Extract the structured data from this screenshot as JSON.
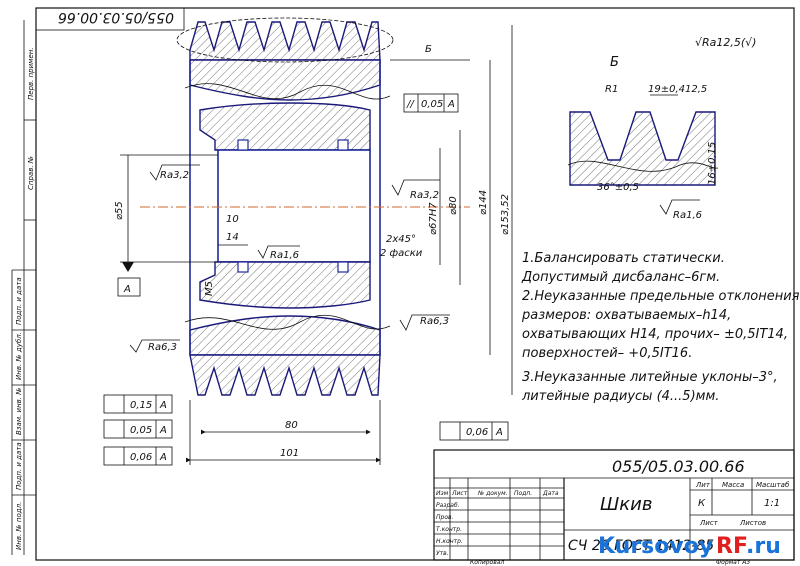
{
  "stamp": {
    "code": "055/05.03.00.66",
    "code_rotated": "055/05.03.00.66",
    "title": "Шкив",
    "material": "СЧ 20 ГОСТ 1412-85",
    "col_lit": "Лит",
    "col_mass": "Масса",
    "col_scale": "Масштаб",
    "lit_value": "К",
    "scale_value": "1:1",
    "sheet_label": "Лист",
    "sheets_label": "Листов",
    "rows": [
      "Изм",
      "Лист",
      "№ докум.",
      "Подп.",
      "Дата"
    ],
    "roles": [
      "Разраб.",
      "Пров.",
      "Т.контр.",
      "",
      "Н.контр.",
      "Утв."
    ],
    "copied": "Копировал",
    "format": "Формат  А3"
  },
  "side_frame": [
    "Перв. примен.",
    "Справ. №",
    "Подп. и дата",
    "Инв. № дубл.",
    "Взам. инв. №",
    "Подп. и дата",
    "Инв. № подл."
  ],
  "dims": {
    "d55": "⌀55",
    "d67": "⌀67H7",
    "d80": "⌀80",
    "d144": "⌀144",
    "d153": "⌀153,52",
    "w10": "10",
    "w14": "14",
    "len80": "80",
    "len101": "101",
    "cham": "2x45°",
    "cham2": "2 фаски",
    "m5": "M5",
    "r_ra32a": "Ra3,2",
    "r_ra32b": "Ra3,2",
    "r_ra16": "Ra1,6",
    "r_ra63a": "Ra6,3",
    "r_ra63b": "Ra6,3",
    "tol1": "0,15",
    "tol2": "0,05",
    "tol3": "0,06",
    "tol4": "0,05",
    "tol5": "0,06",
    "datum": "А",
    "view_b": "Б",
    "sym_par": "//"
  },
  "detail": {
    "label": "Б",
    "r1": "R1",
    "d19": "19±0,4",
    "d125": "12,5",
    "ang": "36°±0,5",
    "h": "16±0,15",
    "ra": "Ra1,6",
    "general": "√Ra12,5(√)"
  },
  "notes": [
    "1.Балансировать статически.",
    "  Допустимый дисбаланс–6гм.",
    "2.Неуказанные предельные отклонения",
    "  размеров: охватываемых–h14,",
    "  охватывающих H14, прочих– ±0,5IT14,",
    "  поверхностей– +0,5IT16.",
    "3.Неуказанные литейные уклоны–3°,",
    "  литейные радиусы (4...5)мм."
  ],
  "watermark": {
    "part1": "Kursovoy",
    "part2": "RF",
    "part3": ".ru"
  }
}
